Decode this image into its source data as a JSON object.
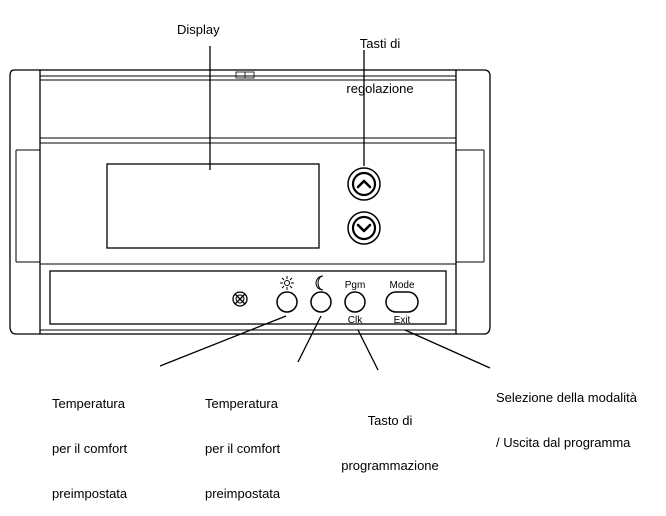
{
  "callouts": {
    "display": "Display",
    "adjust_keys_line1": "Tasti di",
    "adjust_keys_line2": "regolazione",
    "comfort_day_line1": "Temperatura",
    "comfort_day_line2": "per il comfort",
    "comfort_day_line3": "preimpostata",
    "comfort_night_line1": "Temperatura",
    "comfort_night_line2": "per il comfort",
    "comfort_night_line3": "preimpostata",
    "program_key_line1": "Tasto di",
    "program_key_line2": "programmazione",
    "mode_select_line1": "Selezione della modalità",
    "mode_select_line2": "/ Uscita dal programma"
  },
  "button_labels": {
    "pgm": "Pgm",
    "clk": "Clk",
    "mode": "Mode",
    "exit": "Exit"
  },
  "icons": {
    "sun": "sun-icon",
    "moon": "moon-icon",
    "indicator": "indicator-lamp-icon",
    "up": "chevron-up-icon",
    "down": "chevron-down-icon"
  }
}
